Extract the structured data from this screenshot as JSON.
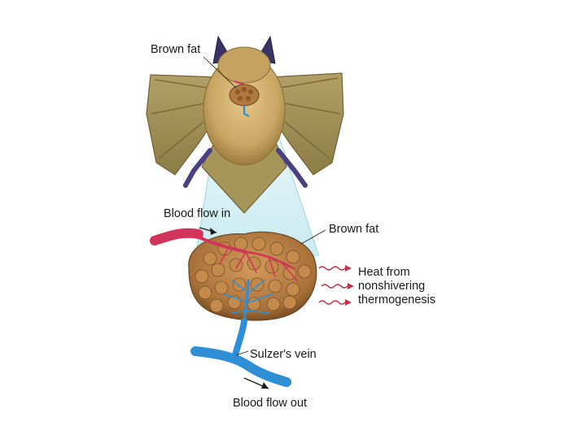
{
  "labels": {
    "brown_fat_top": "Brown fat",
    "blood_flow_in": "Blood flow in",
    "brown_fat_mid": "Brown fat",
    "heat_lines": [
      "Heat from",
      "nonshivering",
      "thermogenesis"
    ],
    "sulzers_vein": "Sulzer's vein",
    "blood_flow_out": "Blood flow out"
  },
  "colors": {
    "fur": "#c9a663",
    "wing": "#9a8a52",
    "ears": "#3a3466",
    "fat": "#b07a3e",
    "artery": "#d3345a",
    "vein": "#2f8fd6",
    "beam": "#cdeef3"
  }
}
